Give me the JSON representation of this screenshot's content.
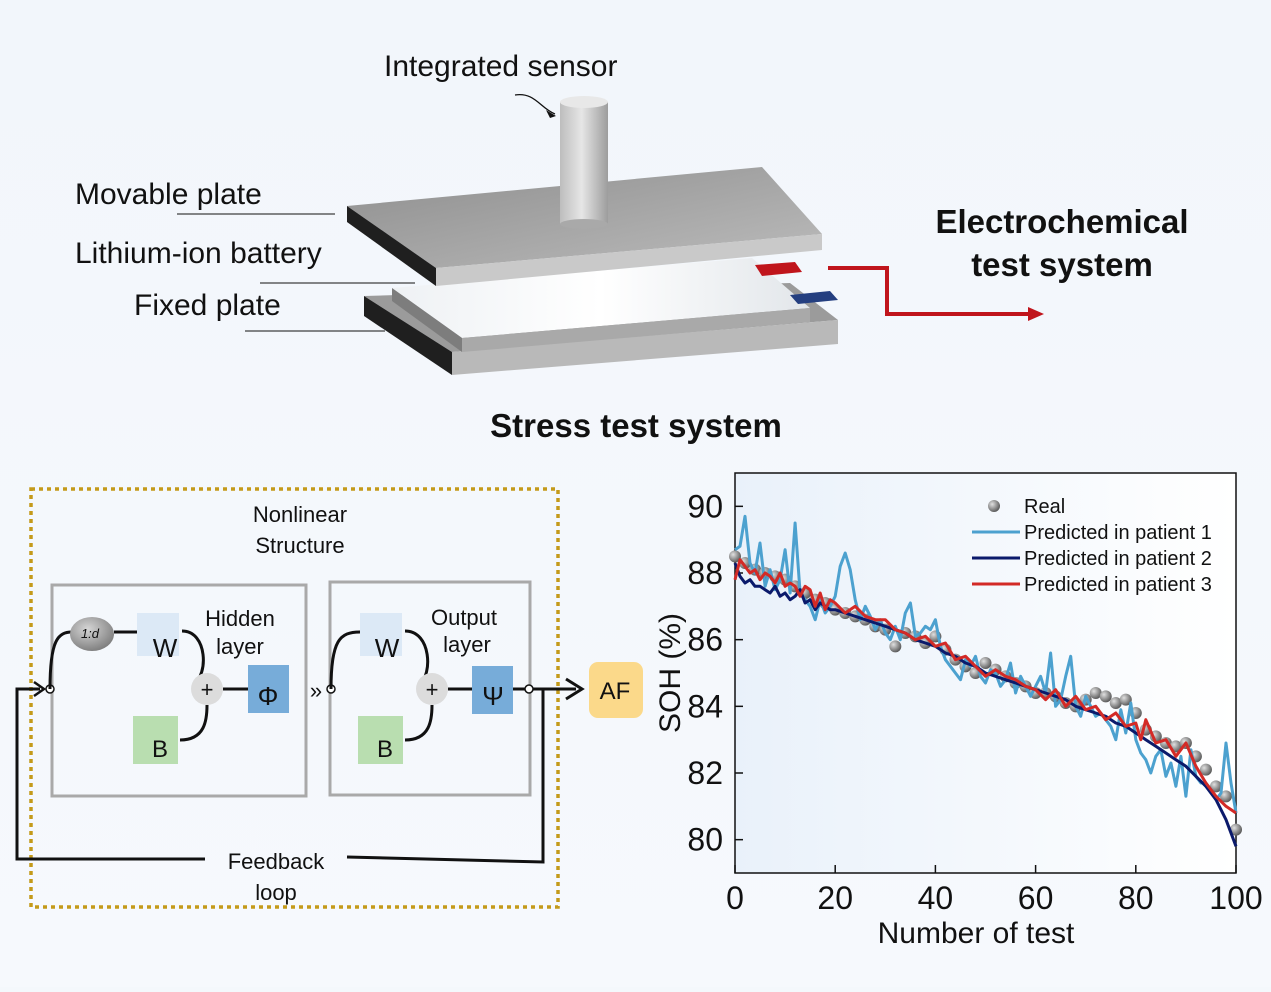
{
  "top": {
    "sensor_label": "Integrated sensor",
    "movable_label": "Movable plate",
    "battery_label": "Lithium-ion battery",
    "fixed_label": "Fixed plate",
    "electro_line1": "Electrochemical",
    "electro_line2": "test system",
    "stress_label": "Stress test system"
  },
  "network": {
    "title_line1": "Nonlinear",
    "title_line2": "Structure",
    "delay_label": "1:d",
    "hidden_w": "W",
    "hidden_b": "B",
    "hidden_line1": "Hidden",
    "hidden_line2": "layer",
    "hidden_plus": "+",
    "hidden_act": "Φ",
    "output_w": "W",
    "output_b": "B",
    "output_line1": "Output",
    "output_line2": "layer",
    "output_plus": "+",
    "output_act": "Ψ",
    "af_label": "AF",
    "feedback_line1": "Feedback",
    "feedback_line2": "loop"
  },
  "colors": {
    "feedback_border": "#c49a1a",
    "af_box": "#fbd98a",
    "weight_box": "#dce9f6",
    "bias_box": "#b9deb0",
    "act_box": "#77acd9",
    "red_arrow": "#c0151c"
  },
  "chart_data": {
    "type": "line",
    "xlabel": "Number of test",
    "ylabel": "SOH (%)",
    "xlim": [
      0,
      100
    ],
    "ylim": [
      79,
      91
    ],
    "xticks": [
      0,
      20,
      40,
      60,
      80,
      100
    ],
    "yticks": [
      80,
      82,
      84,
      86,
      88,
      90
    ],
    "legend_position": "top-right",
    "series": [
      {
        "name": "Real",
        "kind": "scatter",
        "color": "#7a7a7a",
        "x": [
          0,
          2,
          4,
          6,
          8,
          10,
          12,
          14,
          16,
          18,
          20,
          22,
          24,
          26,
          28,
          30,
          32,
          34,
          36,
          38,
          40,
          42,
          44,
          46,
          48,
          50,
          52,
          54,
          56,
          58,
          60,
          62,
          64,
          66,
          68,
          70,
          72,
          74,
          76,
          78,
          80,
          82,
          84,
          86,
          88,
          90,
          92,
          94,
          96,
          98,
          100
        ],
        "y": [
          88.5,
          88.3,
          88.1,
          88.0,
          87.9,
          87.8,
          87.6,
          87.4,
          87.2,
          87.1,
          86.9,
          86.8,
          86.7,
          86.6,
          86.4,
          86.3,
          85.8,
          86.2,
          86.1,
          85.9,
          86.1,
          85.7,
          85.4,
          85.2,
          85.0,
          85.3,
          85.1,
          84.9,
          84.7,
          84.6,
          84.4,
          84.4,
          84.3,
          84.1,
          84.0,
          84.2,
          84.4,
          84.3,
          84.1,
          84.2,
          83.8,
          83.3,
          83.1,
          82.9,
          82.8,
          82.9,
          82.5,
          82.1,
          81.6,
          81.3,
          80.3
        ]
      },
      {
        "name": "Predicted in patient 1",
        "kind": "line",
        "color": "#4ca1cf",
        "x": [
          0,
          1,
          2,
          3,
          4,
          5,
          6,
          7,
          8,
          9,
          10,
          11,
          12,
          13,
          14,
          15,
          16,
          17,
          18,
          19,
          20,
          21,
          22,
          23,
          24,
          25,
          26,
          27,
          28,
          29,
          30,
          31,
          32,
          33,
          34,
          35,
          36,
          37,
          38,
          39,
          40,
          41,
          42,
          43,
          44,
          45,
          46,
          47,
          48,
          49,
          50,
          51,
          52,
          53,
          54,
          55,
          56,
          57,
          58,
          59,
          60,
          61,
          62,
          63,
          64,
          65,
          66,
          67,
          68,
          69,
          70,
          71,
          72,
          73,
          74,
          75,
          76,
          77,
          78,
          79,
          80,
          81,
          82,
          83,
          84,
          85,
          86,
          87,
          88,
          89,
          90,
          91,
          92,
          93,
          94,
          95,
          96,
          97,
          98,
          99,
          100
        ],
        "y": [
          88.7,
          88.8,
          89.7,
          88.3,
          88.0,
          88.9,
          87.6,
          88.1,
          87.5,
          87.8,
          88.7,
          87.4,
          89.5,
          87.4,
          87.2,
          87.0,
          86.6,
          87.2,
          86.8,
          87.0,
          87.3,
          88.2,
          88.6,
          88.1,
          87.2,
          86.6,
          87.0,
          86.7,
          86.3,
          86.6,
          86.2,
          86.0,
          86.4,
          86.0,
          86.8,
          87.1,
          86.1,
          86.2,
          86.4,
          86.3,
          86.6,
          85.8,
          85.4,
          85.2,
          85.0,
          84.8,
          85.4,
          85.2,
          85.5,
          84.9,
          84.7,
          85.1,
          85.0,
          84.6,
          84.8,
          85.3,
          84.4,
          84.9,
          84.6,
          84.3,
          84.6,
          84.9,
          84.4,
          85.6,
          84.0,
          84.2,
          84.9,
          85.5,
          84.0,
          83.7,
          84.3,
          84.0,
          83.7,
          83.8,
          83.6,
          83.4,
          83.0,
          83.9,
          83.2,
          84.1,
          83.0,
          82.6,
          82.4,
          82.0,
          82.5,
          82.7,
          81.9,
          82.3,
          81.6,
          82.5,
          81.3,
          82.7,
          81.9,
          81.7,
          81.7,
          81.5,
          81.2,
          81.4,
          82.9,
          81.7,
          80.8
        ]
      },
      {
        "name": "Predicted in patient 2",
        "kind": "line",
        "color": "#0b1a6b",
        "x": [
          0,
          1,
          2,
          3,
          4,
          5,
          6,
          7,
          8,
          9,
          10,
          11,
          12,
          13,
          14,
          15,
          16,
          17,
          18,
          19,
          20,
          22,
          24,
          26,
          28,
          30,
          32,
          34,
          36,
          38,
          40,
          42,
          44,
          46,
          48,
          50,
          52,
          54,
          56,
          58,
          60,
          62,
          64,
          66,
          68,
          70,
          72,
          74,
          76,
          78,
          80,
          82,
          84,
          86,
          88,
          90,
          92,
          94,
          96,
          98,
          100
        ],
        "y": [
          88.3,
          87.9,
          87.7,
          87.8,
          87.6,
          87.6,
          87.5,
          87.4,
          87.6,
          87.3,
          87.4,
          87.2,
          87.3,
          87.5,
          87.1,
          87.2,
          86.9,
          87.1,
          87.0,
          86.9,
          86.9,
          86.8,
          86.7,
          86.6,
          86.5,
          86.4,
          86.3,
          86.2,
          86.0,
          85.9,
          85.8,
          85.6,
          85.5,
          85.3,
          85.2,
          85.0,
          84.9,
          84.8,
          84.7,
          84.6,
          84.5,
          84.4,
          84.3,
          84.2,
          84.0,
          83.9,
          83.8,
          83.7,
          83.5,
          83.4,
          83.2,
          83.0,
          82.8,
          82.6,
          82.4,
          82.2,
          81.9,
          81.6,
          81.2,
          80.6,
          79.8
        ]
      },
      {
        "name": "Predicted in patient 3",
        "kind": "line",
        "color": "#d32a26",
        "x": [
          0,
          1,
          2,
          3,
          4,
          5,
          6,
          7,
          8,
          9,
          10,
          11,
          12,
          13,
          14,
          15,
          16,
          17,
          18,
          19,
          20,
          22,
          24,
          26,
          28,
          30,
          32,
          34,
          36,
          38,
          40,
          42,
          44,
          46,
          48,
          50,
          52,
          54,
          56,
          58,
          60,
          62,
          64,
          66,
          68,
          70,
          72,
          74,
          76,
          78,
          80,
          81,
          82,
          84,
          86,
          88,
          90,
          92,
          94,
          96,
          98,
          100
        ],
        "y": [
          87.8,
          88.4,
          88.2,
          88.0,
          88.1,
          87.8,
          88.0,
          87.9,
          87.7,
          88.0,
          87.6,
          87.7,
          87.6,
          87.3,
          87.6,
          87.5,
          87.0,
          87.4,
          86.9,
          87.2,
          87.1,
          86.8,
          87.0,
          86.7,
          86.6,
          86.6,
          86.3,
          86.2,
          86.0,
          86.1,
          85.8,
          85.9,
          85.4,
          85.5,
          85.2,
          84.9,
          85.1,
          84.9,
          84.8,
          84.6,
          84.5,
          84.2,
          84.5,
          84.0,
          84.3,
          83.9,
          84.0,
          83.6,
          83.8,
          83.4,
          83.5,
          83.0,
          83.6,
          82.9,
          83.0,
          82.5,
          82.9,
          82.2,
          81.7,
          81.3,
          81.0,
          80.8
        ]
      }
    ]
  }
}
